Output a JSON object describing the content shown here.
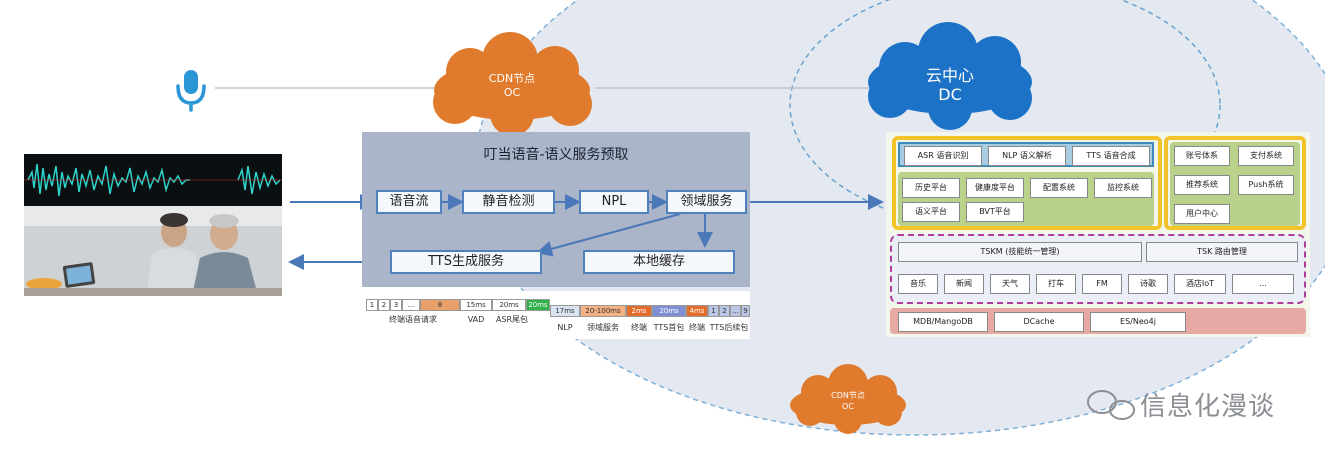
{
  "pipeline": {
    "title": "叮当语音-语义服务预取",
    "steps": [
      "语音流",
      "静音检测",
      "NPL",
      "领域服务"
    ],
    "tts": "TTS生成服务",
    "cache": "本地缓存"
  },
  "clouds": {
    "cdn_top": {
      "name": "CDN节点",
      "sub": "OC"
    },
    "cdn_bottom": {
      "name": "CDN节点",
      "sub": "OC"
    },
    "dc": {
      "name": "云中心",
      "sub": "DC"
    }
  },
  "table": {
    "top_cells": [
      "1",
      "2",
      "3",
      "...",
      "8",
      "15ms",
      "20ms",
      "20ms"
    ],
    "bottom_cells": [
      "17ms",
      "20-100ms",
      "2ms",
      "20ms",
      "4ms",
      "1",
      "2",
      "...",
      "9"
    ],
    "labels_left": [
      "终端语音请求",
      "VAD",
      "ASR尾包"
    ],
    "labels_right": [
      "NLP",
      "领域服务",
      "终端",
      "TTS首包",
      "终端",
      "TTS后续包"
    ]
  },
  "dc": {
    "ai": [
      "ASR 语音识别",
      "NLP 语义解析",
      "TTS 语音合成"
    ],
    "platforms": [
      "历史平台",
      "健康度平台",
      "配置系统",
      "监控系统",
      "语义平台",
      "BVT平台"
    ],
    "account": [
      "账号体系",
      "支付系统",
      "推荐系统",
      "Push系统",
      "用户中心"
    ],
    "tskm": "TSKM (技能统一管理)",
    "tsk": "TSK 路由管理",
    "skills": [
      "音乐",
      "新闻",
      "天气",
      "打车",
      "FM",
      "诗歌",
      "酒店IoT",
      "..."
    ],
    "storage": [
      "MDB/MangoDB",
      "DCache",
      "ES/Neo4j"
    ]
  },
  "watermark": "信息化漫谈",
  "icons": {
    "mic": "microphone-icon",
    "wechat": "wechat-logo-icon"
  },
  "colors": {
    "cloud_orange": "#e27a2e",
    "cloud_blue": "#1d74c8",
    "pipeline_border": "#4f81bd",
    "mic": "#2a96d6"
  }
}
